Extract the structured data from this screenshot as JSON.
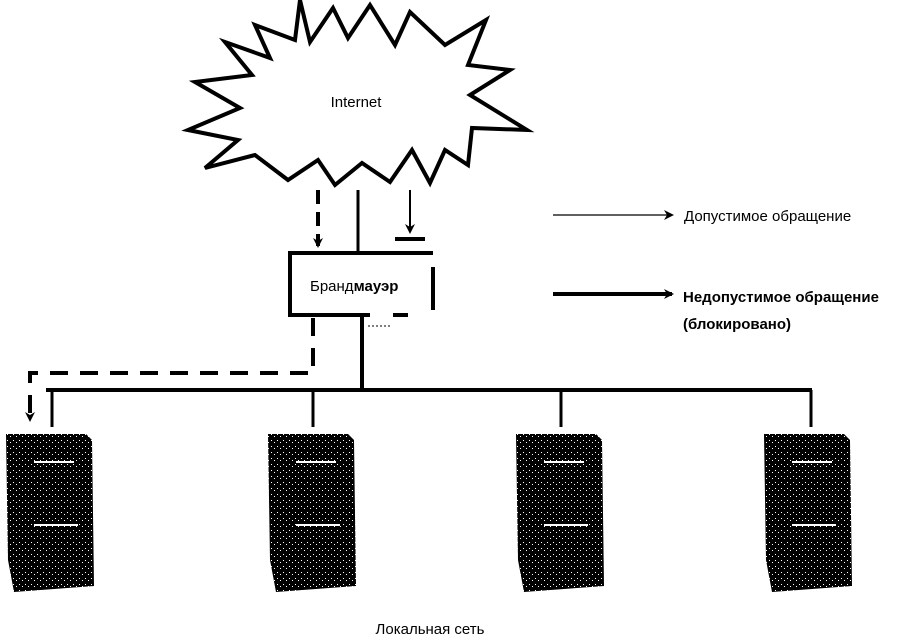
{
  "internet": {
    "label": "Internet"
  },
  "firewall": {
    "label_regular": "Бранд",
    "label_bold": "мауэр"
  },
  "legend": {
    "allowed": {
      "label": "Допустимое обращение"
    },
    "blocked": {
      "label_line1": "Недопустимое обращение",
      "label_line2": "(блокировано)"
    }
  },
  "network": {
    "label": "Локальная сеть",
    "computers": [
      {
        "name": "computer-1"
      },
      {
        "name": "computer-2"
      },
      {
        "name": "computer-3"
      },
      {
        "name": "computer-4"
      }
    ]
  },
  "colors": {
    "ink": "#000000",
    "background": "#ffffff"
  }
}
